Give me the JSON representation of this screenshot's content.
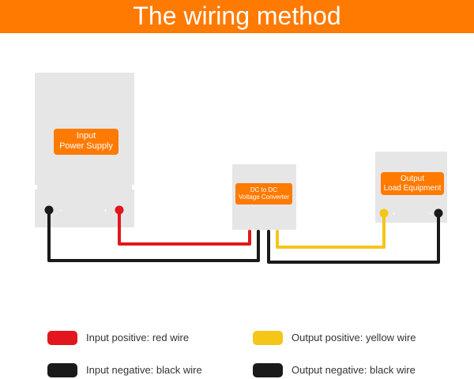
{
  "header": {
    "title": "The wiring method"
  },
  "devices": {
    "power_supply": {
      "label_line1": "Input",
      "label_line2": "Power Supply"
    },
    "converter": {
      "label_line1": "DC to DC",
      "label_line2": "Voltage Converter"
    },
    "load": {
      "label_line1": "Output",
      "label_line2": "Load Equipment"
    }
  },
  "terminals": {
    "negative_symbol": "−",
    "positive_symbol": "+"
  },
  "legend": {
    "input_positive": "Input positive: red wire",
    "input_negative": "Input negative: black wire",
    "output_positive": "Output positive: yellow wire",
    "output_negative": "Output negative: black wire"
  },
  "colors": {
    "header": "#ff7a00",
    "label": "#ff7a00",
    "device": "#e6e6e6",
    "red_wire": "#e3161d",
    "black_wire": "#1a1a1a",
    "yellow_wire": "#f5c518"
  }
}
